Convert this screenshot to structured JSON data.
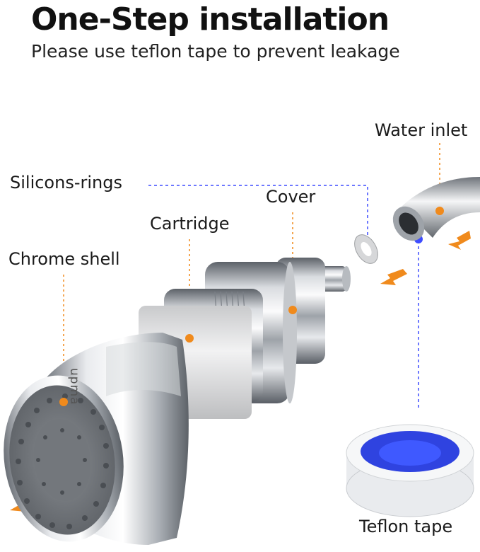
{
  "header": {
    "title": "One-Step installation",
    "subtitle": "Please use teflon tape to prevent leakage"
  },
  "labels": {
    "water_inlet": "Water inlet",
    "silicon_rings": "Silicons-rings",
    "cover": "Cover",
    "cartridge": "Cartridge",
    "chrome_shell": "Chrome shell",
    "teflon_tape": "Teflon tape"
  },
  "brand_mark": "upma",
  "colors": {
    "accent_orange": "#f08a1c",
    "guide_blue": "#3d4cff",
    "tape_blue": "#2f43e0",
    "chrome_dark": "#555a60",
    "chrome_light": "#f1f2f4"
  }
}
